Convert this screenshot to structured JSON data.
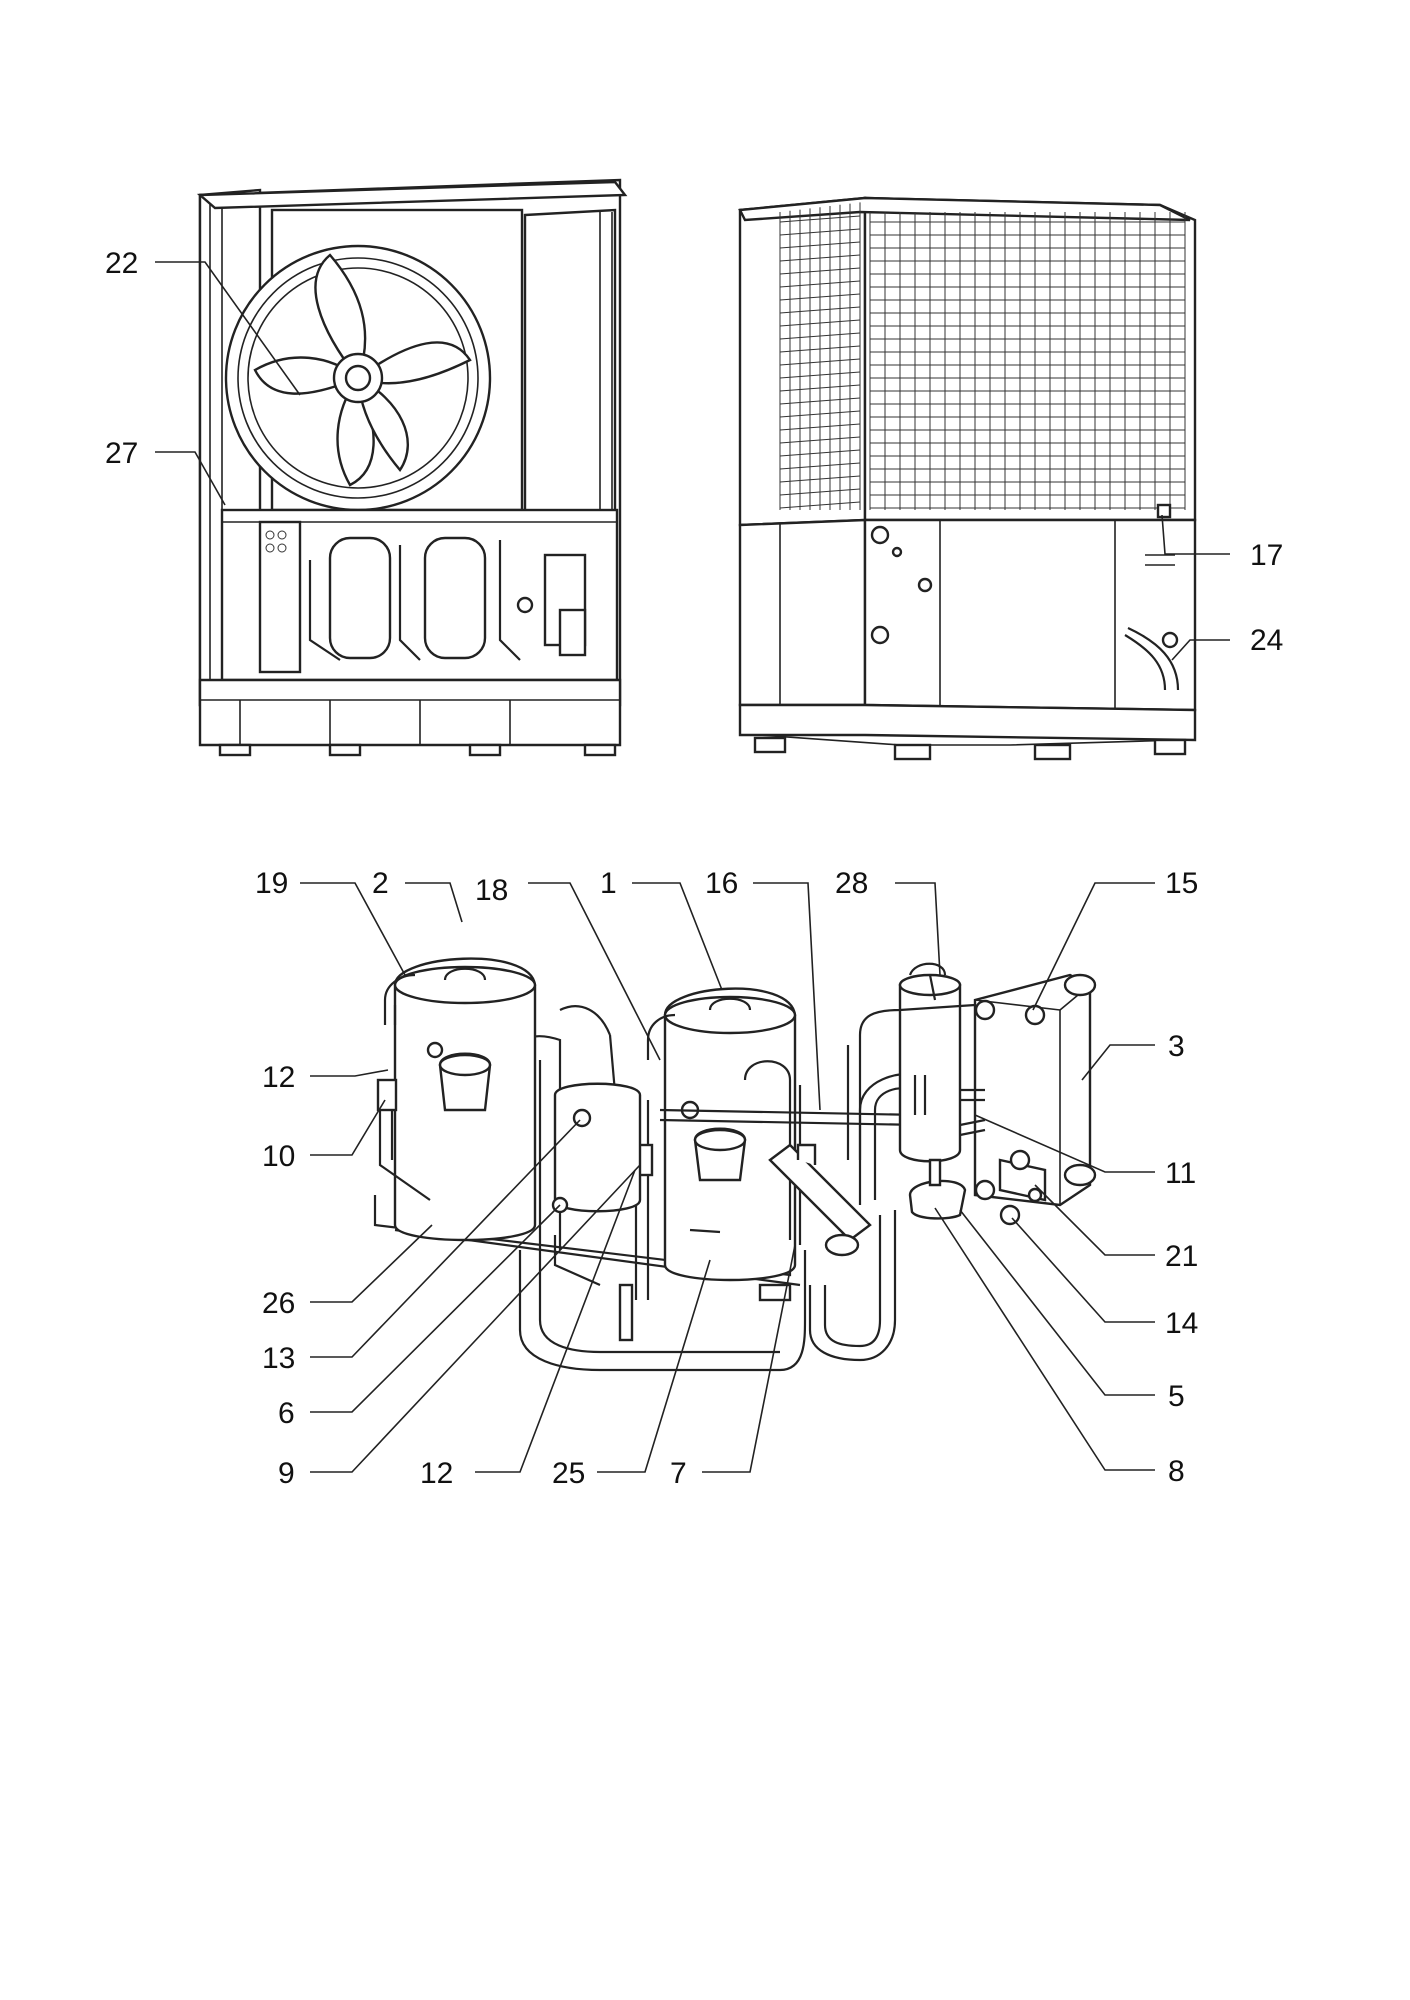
{
  "figures": {
    "front_unit": {
      "callouts": [
        "22",
        "27"
      ]
    },
    "rear_unit": {
      "callouts": [
        "17",
        "24"
      ]
    },
    "refrigerant_circuit": {
      "callouts_top": [
        "19",
        "2",
        "18",
        "1",
        "16",
        "28",
        "15"
      ],
      "callouts_left": [
        "12",
        "10",
        "26",
        "13",
        "6",
        "9"
      ],
      "callouts_bottom": [
        "12",
        "25",
        "7"
      ],
      "callouts_right": [
        "3",
        "11",
        "21",
        "14",
        "5",
        "8"
      ]
    }
  }
}
